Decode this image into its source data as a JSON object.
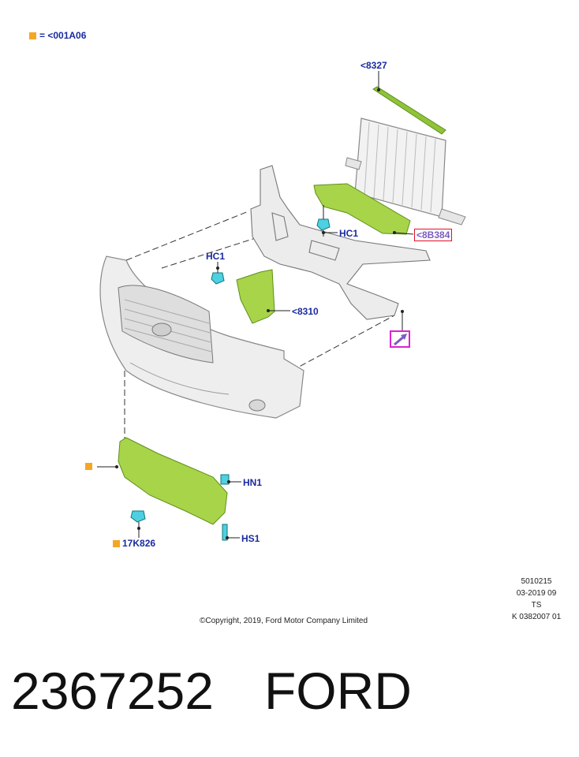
{
  "legend": {
    "symbol": "square",
    "text": "= <001A06",
    "color": "#f5a623"
  },
  "callouts": {
    "c8327": "<8327",
    "c8B384": "<8B384",
    "hc1_top": "HC1",
    "hc1_left": "HC1",
    "c8310": "<8310",
    "hn1": "HN1",
    "hs1": "HS1",
    "c17K826": "17K826"
  },
  "meta": {
    "line1": "5010215",
    "line2": "03-2019 09",
    "line3": "TS",
    "line4": "K 0382007 01"
  },
  "copyright": "©Copyright, 2019, Ford Motor Company Limited",
  "footer": {
    "part_number": "2367252",
    "brand": "FORD"
  },
  "colors": {
    "callout_text": "#1a2aa0",
    "highlight_part": "#9acd32",
    "highlight_box": "#e0102a",
    "arrow_box": "#e020d0",
    "clip": "#4dd0e1"
  }
}
